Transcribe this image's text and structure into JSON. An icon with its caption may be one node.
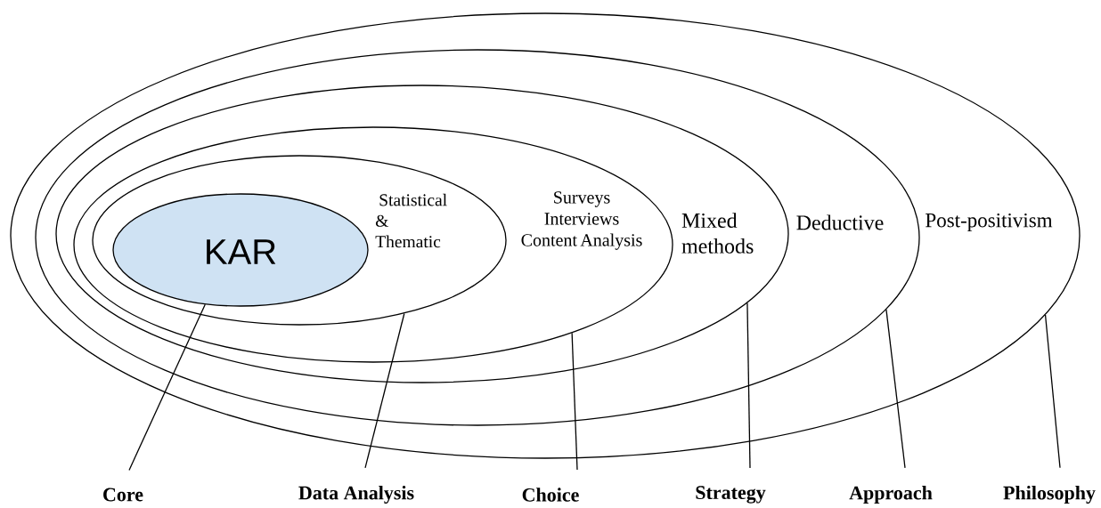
{
  "diagram": {
    "nodes": [
      {
        "text": [
          "Post-positivism"
        ]
      },
      {
        "text": [
          "Deductive"
        ],
        "in": 0
      },
      {
        "text": [
          "Mixed methods"
        ],
        "in": 1
      },
      {
        "text": [
          "Surveys Interviews Content Analysis"
        ],
        "in": 2
      },
      {
        "text": [
          "Statistical & Thematic"
        ],
        "in": 3
      },
      {
        "text": [
          "KAR"
        ],
        "in": 4
      },
      {
        "text": [
          "Core"
        ]
      },
      {
        "text": [
          "Data Analysis"
        ]
      },
      {
        "text": [
          "Choice"
        ]
      },
      {
        "text": [
          "Strategy"
        ]
      },
      {
        "text": [
          "Approach"
        ]
      },
      {
        "text": [
          "Philosophy"
        ]
      }
    ],
    "edges": [
      {
        "from": 6,
        "to": 5,
        "arrow": "none"
      },
      {
        "from": 7,
        "to": 4,
        "arrow": "none"
      },
      {
        "from": 8,
        "to": 3,
        "arrow": "none"
      },
      {
        "from": 9,
        "to": 2,
        "arrow": "none"
      },
      {
        "from": 10,
        "to": 1,
        "arrow": "none"
      },
      {
        "from": 11,
        "to": 0,
        "arrow": "none"
      }
    ]
  }
}
